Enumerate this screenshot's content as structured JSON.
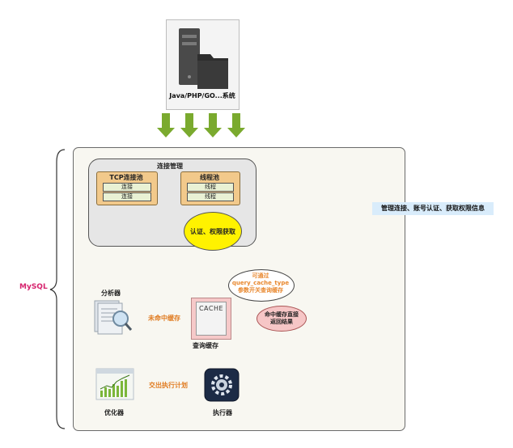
{
  "client": {
    "label": "Java/PHP/GO...系统"
  },
  "mysql": {
    "label": "MySQL"
  },
  "connection_management": {
    "title": "连接管理",
    "tcp_pool": {
      "title": "TCP连接池",
      "items": [
        "连接",
        "连接"
      ]
    },
    "thread_pool": {
      "title": "线程池",
      "items": [
        "线程",
        "线程"
      ]
    },
    "auth": "认证、权限获取"
  },
  "side_note": "管理连接、账号认证、获取权限信息",
  "query_cache": {
    "box_text": "CACHE",
    "label": "查询缓存",
    "bubble": [
      "可通过",
      "query_cache_type",
      "参数开关查询缓存"
    ],
    "hit_result": [
      "命中缓存直接",
      "返回结果"
    ],
    "miss_label": "未命中缓存"
  },
  "analyzer": {
    "label": "分析器"
  },
  "optimizer": {
    "label": "优化器"
  },
  "executor": {
    "label": "执行器"
  },
  "plan_label": "交出执行计划",
  "colors": {
    "arrow_green": "#7aaa2e",
    "accent_orange": "#e07b20",
    "mysql_pink": "#d6236d",
    "auth_yellow": "#fff200"
  }
}
